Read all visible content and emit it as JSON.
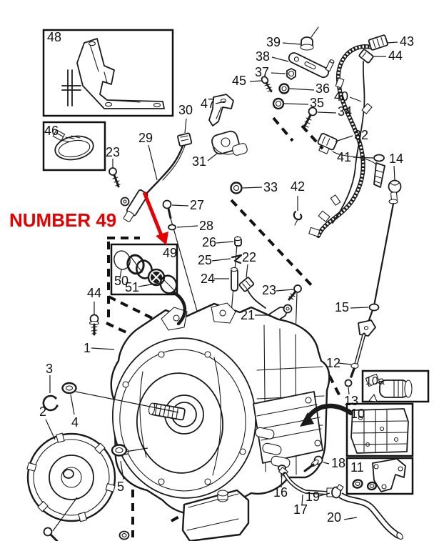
{
  "annotation": {
    "text": "NUMBER 49",
    "color": "#e60000"
  },
  "callouts": {
    "c48": "48",
    "c46": "46",
    "c23a": "23",
    "c29": "29",
    "c30": "30",
    "c47": "47",
    "c31": "31",
    "c45": "45",
    "c37": "37",
    "c38": "38",
    "c39": "39",
    "c36": "36",
    "c35": "35",
    "c34": "34",
    "c43": "43",
    "c44a": "44",
    "c40": "40",
    "c32": "32",
    "c41": "41",
    "c14": "14",
    "c33": "33",
    "c42": "42",
    "c27": "27",
    "c28": "28",
    "c26": "26",
    "c25": "25",
    "c24": "24",
    "c22": "22",
    "c23b": "23",
    "c21": "21",
    "c15": "15",
    "c49": "49",
    "c50": "50",
    "c51": "51",
    "c44b": "44",
    "c1": "1",
    "c3": "3",
    "c2": "2",
    "c4": "4",
    "c5": "5",
    "c12": "12",
    "c13": "13",
    "c10a": "10a",
    "c10": "10",
    "c11": "11",
    "c18": "18",
    "c16": "16",
    "c17": "17",
    "c19": "19",
    "c20": "20"
  }
}
